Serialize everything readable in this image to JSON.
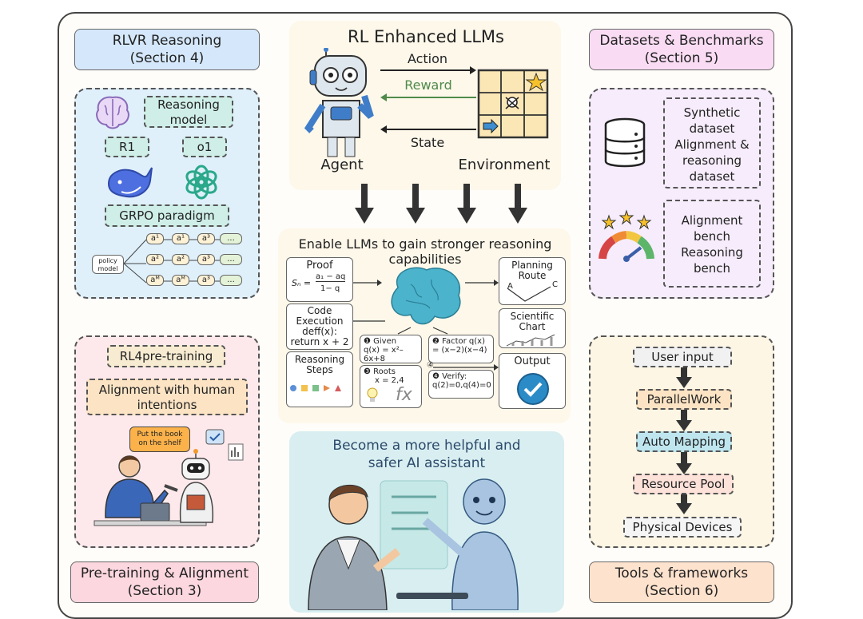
{
  "center": {
    "title": "RL Enhanced LLMs",
    "action": "Action",
    "reward": "Reward",
    "state": "State",
    "agent": "Agent",
    "environment": "Environment",
    "reasoning_title": "Enable LLMs to gain stronger reasoning capabilities",
    "proof": "Proof",
    "proof_formula_left": "Sₙ =",
    "proof_formula_num": "a₁ − aq",
    "proof_formula_den": "1− q",
    "code_line1": "Code",
    "code_line2": "Execution",
    "code_line3": "deff(x):",
    "code_line4": "return x + 2",
    "reasoning_steps_line1": "Reasoning",
    "reasoning_steps_line2": "Steps",
    "given_line1": "❶ Given",
    "given_line2": "q(x) = x²–6x+8",
    "roots_line1": "❸ Roots",
    "roots_line2": "x = 2,4",
    "factor_line1": "❷ Factor q(x)",
    "factor_line2": "= (x−2)(x−4)",
    "verify_line1": "❹ Verify:",
    "verify_line2": "q(2)=0,q(4)=0",
    "step4_marker": "④",
    "planning_line1": "Planning",
    "planning_line2": "Route",
    "planning_a": "A",
    "planning_c": "C",
    "chart_line1": "Scientific",
    "chart_line2": "Chart",
    "output": "Output",
    "fx": "fx",
    "helpful_line1": "Become a more helpful and",
    "helpful_line2": "safer AI assistant"
  },
  "left_top": {
    "title_line1": "RLVR Reasoning",
    "title_line2": "(Section 4)",
    "reasoning_model_line1": "Reasoning",
    "reasoning_model_line2": "model",
    "r1": "R1",
    "o1": "o1",
    "grpo": "GRPO paradigm",
    "policy_line1": "policy",
    "policy_line2": "model",
    "grid": [
      [
        "a¹",
        "a¹",
        "a³",
        "..."
      ],
      [
        "a²",
        "a²",
        "a³",
        "..."
      ],
      [
        "aᴹ",
        "aᴹ",
        "a³",
        "..."
      ]
    ]
  },
  "left_bottom": {
    "title_line1": "Pre-training & Alignment",
    "title_line2": "(Section 3)",
    "rl4pre": "RL4pre-training",
    "align_line1": "Alignment with human",
    "align_line2": "intentions",
    "bubble_line1": "Put the book",
    "bubble_line2": "on the shelf"
  },
  "right_top": {
    "title_line1": "Datasets & Benchmarks",
    "title_line2": "(Section 5)",
    "dataset_text": [
      "Synthetic",
      "dataset",
      "Alignment &",
      "reasoning",
      "dataset"
    ],
    "bench_text": [
      "Alignment",
      "bench",
      "Reasoning",
      "bench"
    ]
  },
  "right_bottom": {
    "title_line1": "Tools & frameworks",
    "title_line2": "(Section 6)",
    "flow": [
      "User input",
      "ParallelWork",
      "Auto Mapping",
      "Resource Pool",
      "Physical Devices"
    ]
  },
  "colors": {
    "blue_panel": "#dff0fb",
    "pink_panel": "#fde9ec",
    "purple_panel": "#f6ecfb",
    "yellow_panel": "#fdf6e4",
    "teal_tag": "#cfeee8",
    "orange_tag": "#fbe3c4"
  }
}
